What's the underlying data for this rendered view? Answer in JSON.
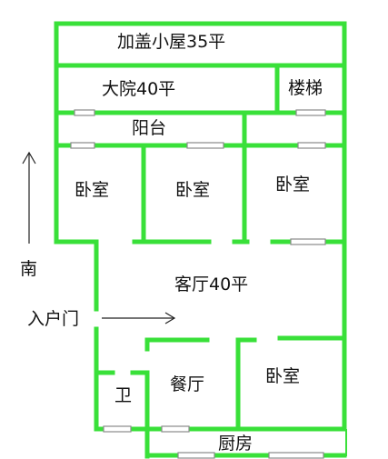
{
  "rooms": {
    "roof_room": "加盖小屋35平",
    "courtyard": "大院40平",
    "stairs": "楼梯",
    "balcony": "阳台",
    "bedroom_1": "卧室",
    "bedroom_2": "卧室",
    "bedroom_3": "卧室",
    "living_room": "客厅40平",
    "bathroom": "卫",
    "dining_room": "餐厅",
    "bedroom_4": "卧室",
    "kitchen": "厨房"
  },
  "annotations": {
    "south": "南",
    "entrance": "入户门"
  },
  "colors": {
    "wall": "#39e039",
    "window": "#8a8a8a",
    "arrow": "#222222",
    "text": "#111111"
  },
  "icons": {
    "north_south_arrow": "arrow-up-icon",
    "entrance_arrow": "arrow-right-icon"
  }
}
